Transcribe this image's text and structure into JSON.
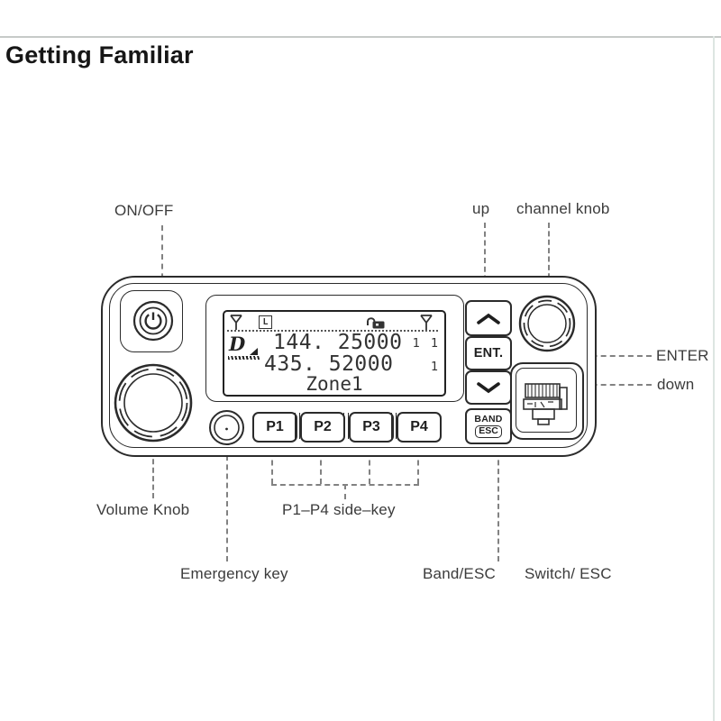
{
  "page": {
    "title": "Getting Familiar"
  },
  "labels": {
    "on_off": "ON/OFF",
    "up": "up",
    "channel_knob": "channel knob",
    "enter": "ENTER",
    "down": "down",
    "volume_knob": "Volume Knob",
    "side_key": "P1–P4 side–key",
    "emergency": "Emergency key",
    "band_esc": "Band/ESC",
    "switch_esc": "Switch/ ESC"
  },
  "keys": {
    "p1": "P1",
    "p2": "P2",
    "p3": "P3",
    "p4": "P4",
    "ent": "ENT.",
    "band": "BAND",
    "esc": "ESC"
  },
  "display": {
    "logo": "D",
    "l_indicator": "L",
    "line1": "144. 25000",
    "line1_right": "1 1",
    "line2": "435. 52000",
    "line2_right": "1",
    "line3": "Zone1",
    "status_icons": [
      "antenna-left-icon",
      "l-indicator",
      "unlock-icon",
      "antenna-right-icon"
    ]
  },
  "icons": {
    "power": "power-icon",
    "chevron_up": "chevron-up-icon",
    "chevron_down": "chevron-down-icon",
    "volume_knob": "volume-knob",
    "channel_knob": "channel-knob",
    "emergency_button": "emergency-button",
    "mic_jack": "microphone-jack"
  },
  "colors": {
    "line_art": "#2b2b2b",
    "label_text": "#3b3b3b",
    "leader_dash": "#828282",
    "lcd_text": "#333333",
    "page_rule_top": "#c6cac8",
    "page_rule_right": "#dde6e2"
  }
}
